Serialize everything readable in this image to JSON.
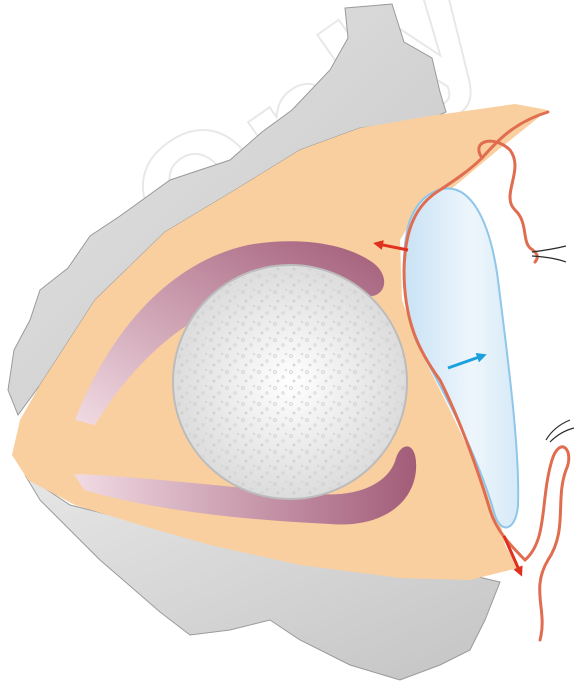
{
  "watermark": {
    "text": "Only"
  },
  "colors": {
    "background": "#ffffff",
    "bone": "#d7d7d7",
    "bone_shadow": "#9a9a9a",
    "soft_tissue": "#f9cf9f",
    "muscle": "#a25c78",
    "muscle_light": "#e6c3d0",
    "implant_sphere": "#e9e9e9",
    "implant_sphere_edge": "#bcbcbc",
    "eyelid_line": "#e06d50",
    "conformer_shell": "#d7e9f7",
    "conformer_edge": "#8fc6ea",
    "arrow_red": "#e0301e",
    "arrow_blue": "#1aa0dc",
    "suture": "#2a2a2a"
  },
  "icons": {
    "arrow_outward_upper": "red-arrow",
    "arrow_forward": "blue-arrow",
    "arrow_outward_lower": "red-arrow"
  }
}
